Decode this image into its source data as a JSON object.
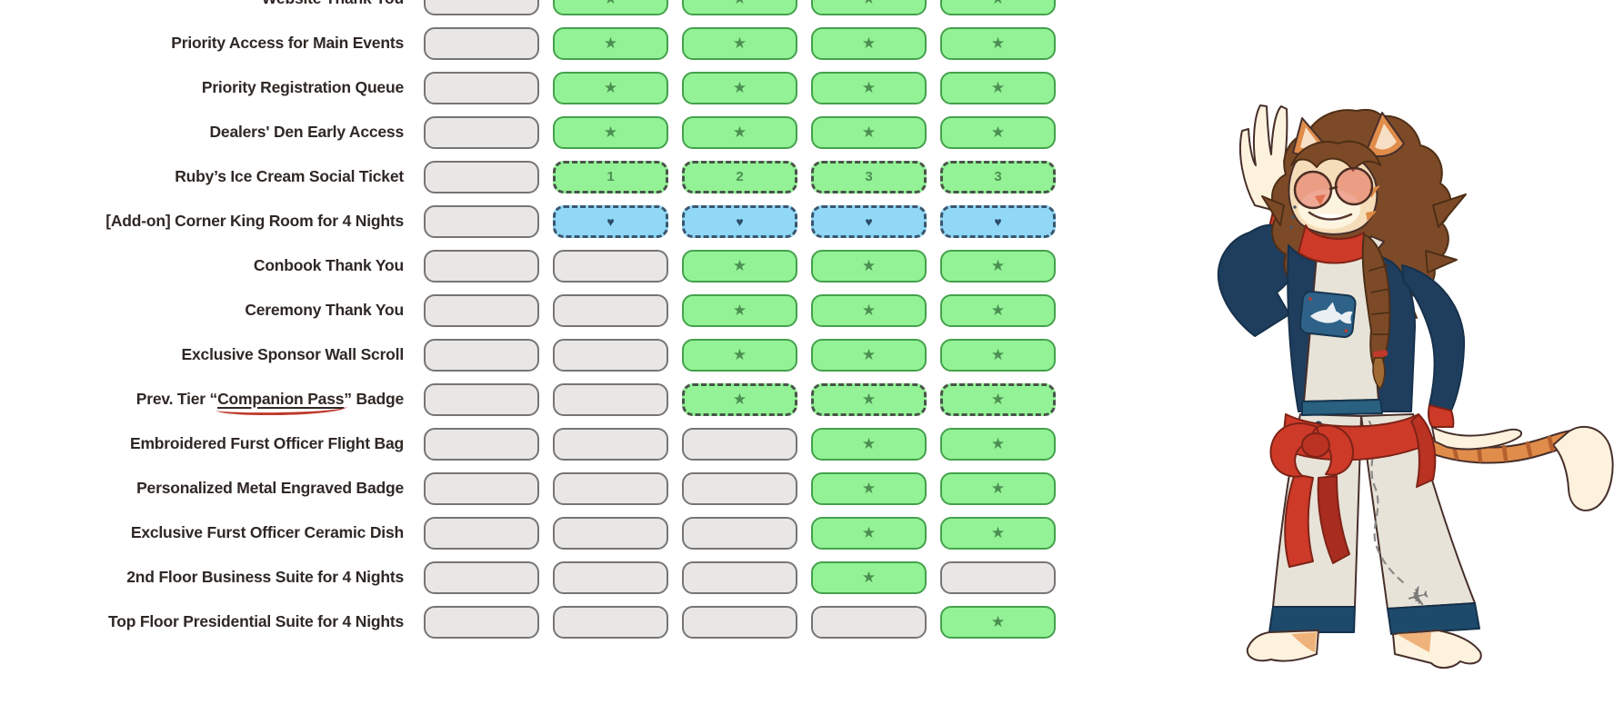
{
  "table": {
    "columns_count": 5,
    "cell_glyphs": {
      "none": "",
      "star": "★",
      "dstar": "★",
      "heart": "♥",
      "n1": "1",
      "n2": "2",
      "n3": "3"
    },
    "rows": [
      {
        "label": "Website Thank You",
        "cells": [
          "none",
          "star",
          "star",
          "star",
          "star"
        ]
      },
      {
        "label": "Priority Access for Main Events",
        "cells": [
          "none",
          "star",
          "star",
          "star",
          "star"
        ]
      },
      {
        "label": "Priority Registration Queue",
        "cells": [
          "none",
          "star",
          "star",
          "star",
          "star"
        ]
      },
      {
        "label": "Dealers' Den Early Access",
        "cells": [
          "none",
          "star",
          "star",
          "star",
          "star"
        ]
      },
      {
        "label": "Ruby’s Ice Cream Social Ticket",
        "cells": [
          "none",
          "n1",
          "n2",
          "n3",
          "n3"
        ]
      },
      {
        "label": "[Add-on] Corner King Room for 4 Nights",
        "cells": [
          "none",
          "heart",
          "heart",
          "heart",
          "heart"
        ]
      },
      {
        "label": "Conbook Thank You",
        "cells": [
          "none",
          "none",
          "star",
          "star",
          "star"
        ]
      },
      {
        "label": "Ceremony Thank You",
        "cells": [
          "none",
          "none",
          "star",
          "star",
          "star"
        ]
      },
      {
        "label": "Exclusive Sponsor Wall Scroll",
        "cells": [
          "none",
          "none",
          "star",
          "star",
          "star"
        ]
      },
      {
        "label_parts": [
          {
            "text": "Prev. Tier “"
          },
          {
            "text": "Companion Pass",
            "underlined": true
          },
          {
            "text": "” Badge"
          }
        ],
        "cells": [
          "none",
          "none",
          "dstar",
          "dstar",
          "dstar"
        ]
      },
      {
        "label": "Embroidered Furst Officer Flight Bag",
        "cells": [
          "none",
          "none",
          "none",
          "star",
          "star"
        ]
      },
      {
        "label": "Personalized Metal Engraved Badge",
        "cells": [
          "none",
          "none",
          "none",
          "star",
          "star"
        ]
      },
      {
        "label": "Exclusive Furst Officer Ceramic Dish",
        "cells": [
          "none",
          "none",
          "none",
          "star",
          "star"
        ]
      },
      {
        "label": "2nd Floor Business Suite for 4 Nights",
        "cells": [
          "none",
          "none",
          "none",
          "star",
          "none"
        ]
      },
      {
        "label": "Top Floor Presidential Suite for 4 Nights",
        "cells": [
          "none",
          "none",
          "none",
          "none",
          "star"
        ]
      }
    ]
  },
  "colors": {
    "label-col": "#2f2825",
    "gray-fill": "#e9e7e6",
    "gray-border": "#777574",
    "green-fill": "#92f295",
    "green-border": "#44a14c",
    "green-dash": "#485549",
    "star-col": "#4c8f52",
    "blue-fill": "#90d8f6",
    "blue-dash": "#3a5670",
    "heart-col": "#2c4c6a",
    "underline-red": "#bf3a2b"
  },
  "mascot": {
    "name": "waving-cat-mascot",
    "palette": {
      "sweater_navy": "#1f3e5e",
      "sash_red": "#cd3a28",
      "cloth_cream": "#e8e3d8",
      "fur_cream": "#fdf2dd",
      "fur_orange": "#e08c4a",
      "hair_brown": "#7d4a28",
      "patch_blue": "#2e6288",
      "hem_navy": "#1d4a6b",
      "flight_path_gray": "#8a8a8a"
    }
  }
}
